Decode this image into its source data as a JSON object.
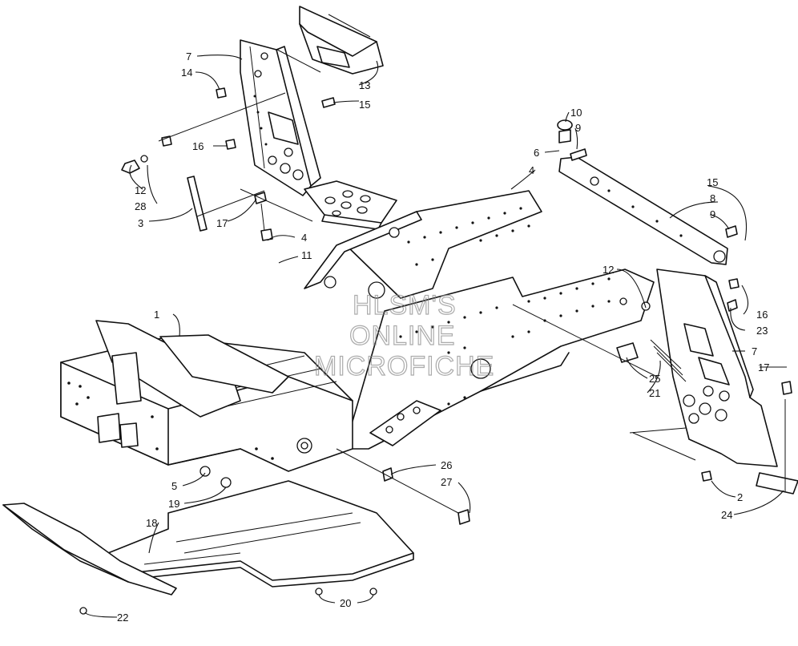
{
  "watermark": {
    "line1": "HLSM'S",
    "line2": "ONLINE",
    "line3": "MICROFICHE"
  },
  "callouts": {
    "c1": "1",
    "c2": "2",
    "c3": "3",
    "c4a": "4",
    "c4b": "4",
    "c5": "5",
    "c6": "6",
    "c7a": "7",
    "c7b": "7",
    "c8": "8",
    "c9a": "9",
    "c9b": "9",
    "c10": "10",
    "c11": "11",
    "c12a": "12",
    "c12b": "12",
    "c13": "13",
    "c14": "14",
    "c15a": "15",
    "c15b": "15",
    "c16a": "16",
    "c16b": "16",
    "c17a": "17",
    "c17b": "17",
    "c18": "18",
    "c19": "19",
    "c20": "20",
    "c21": "21",
    "c22": "22",
    "c23": "23",
    "c24": "24",
    "c25": "25",
    "c26": "26",
    "c27": "27",
    "c28": "28"
  }
}
